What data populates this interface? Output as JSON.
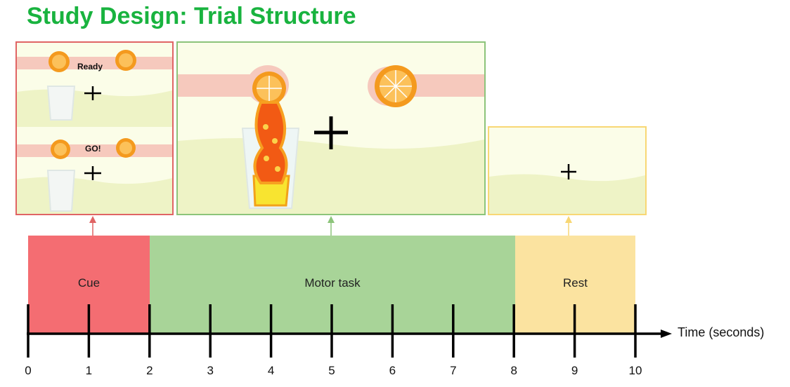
{
  "title": "Study Design: Trial Structure",
  "panels": {
    "cue": {
      "ready_text": "Ready",
      "go_text": "GO!"
    }
  },
  "phases": [
    {
      "label": "Cue",
      "start": 0,
      "end": 2,
      "color": "#f46d72"
    },
    {
      "label": "Motor task",
      "start": 2,
      "end": 8,
      "color": "#a8d498"
    },
    {
      "label": "Rest",
      "start": 8,
      "end": 10,
      "color": "#fbe3a0"
    }
  ],
  "axis": {
    "label": "Time (seconds)",
    "ticks": [
      "0",
      "1",
      "2",
      "3",
      "4",
      "5",
      "6",
      "7",
      "8",
      "9",
      "10"
    ]
  },
  "colors": {
    "title": "#19b33f",
    "cue_border": "#e06464",
    "motor_border": "#8cc47a",
    "rest_border": "#f8d774"
  }
}
